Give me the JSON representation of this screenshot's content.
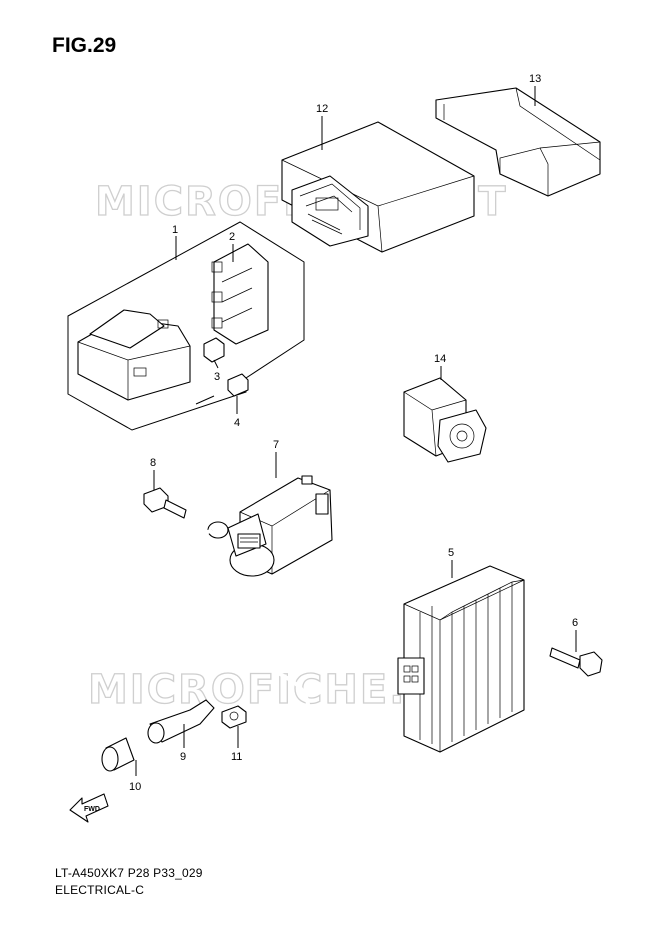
{
  "figure": {
    "title": "FIG.29"
  },
  "watermark": "MICROFICHE.NET",
  "footer": {
    "model_code": "LT-A450XK7 P28 P33_029",
    "section": "ELECTRICAL-C"
  },
  "fwd_label": "FWD",
  "callouts": [
    {
      "number": "1"
    },
    {
      "number": "2"
    },
    {
      "number": "3"
    },
    {
      "number": "4"
    },
    {
      "number": "5"
    },
    {
      "number": "6"
    },
    {
      "number": "7"
    },
    {
      "number": "8"
    },
    {
      "number": "9"
    },
    {
      "number": "10"
    },
    {
      "number": "11"
    },
    {
      "number": "12"
    },
    {
      "number": "13"
    },
    {
      "number": "14"
    }
  ],
  "colors": {
    "line": "#000000",
    "watermark": "#cfcfcf",
    "background": "#ffffff"
  }
}
